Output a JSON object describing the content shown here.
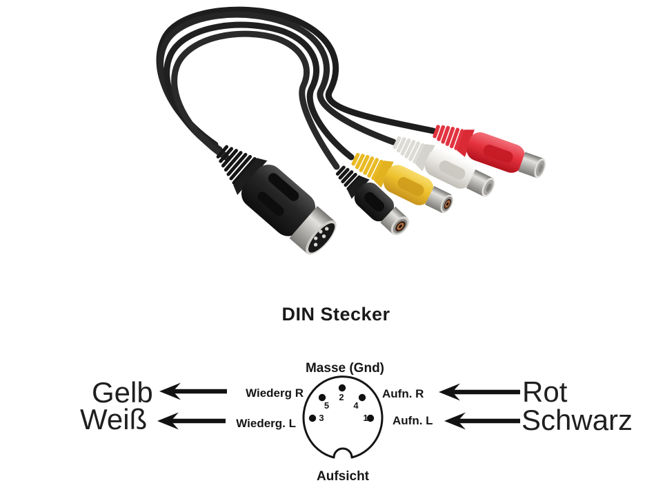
{
  "photo": {
    "alt": "DIN 5-pin male plug cable splitting into four RCA female jacks",
    "connector_colors": {
      "cable": "#222222",
      "rca_black": "#242424",
      "rca_yellow": "#eec12d",
      "rca_white": "#e9e7e2",
      "rca_red": "#e5333f",
      "metal": "#b5b3af"
    }
  },
  "diagram": {
    "title": "DIN Stecker",
    "ground_label": "Masse (Gnd)",
    "view_label": "Aufsicht",
    "ink_color": "#151515",
    "pins": [
      {
        "number": "2"
      },
      {
        "number": "5"
      },
      {
        "number": "4"
      },
      {
        "number": "3"
      },
      {
        "number": "1"
      }
    ],
    "left_mappings": [
      {
        "wire_color": "Gelb",
        "din_label": "Wiederg R"
      },
      {
        "wire_color": "Weiß",
        "din_label": "Wiederg. L"
      }
    ],
    "right_mappings": [
      {
        "din_label": "Aufn. R",
        "wire_color": "Rot"
      },
      {
        "din_label": "Aufn. L",
        "wire_color": "Schwarz"
      }
    ]
  }
}
